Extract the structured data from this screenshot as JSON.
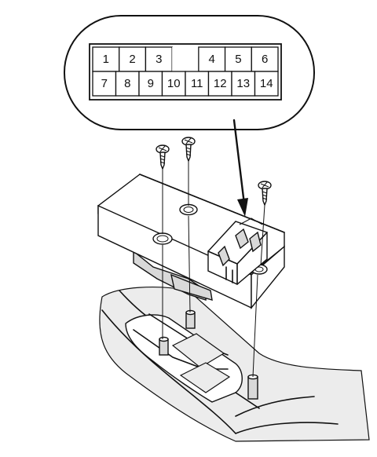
{
  "connector": {
    "top_row": [
      "1",
      "2",
      "3",
      "",
      "4",
      "5",
      "6"
    ],
    "bottom_row": [
      "7",
      "8",
      "9",
      "10",
      "11",
      "12",
      "13",
      "14"
    ]
  },
  "colors": {
    "line": "#111111",
    "shade": "#d9d9d9",
    "background": "#ffffff"
  },
  "parts": [
    "connector-callout",
    "switch-assembly",
    "screw",
    "console-panel"
  ]
}
